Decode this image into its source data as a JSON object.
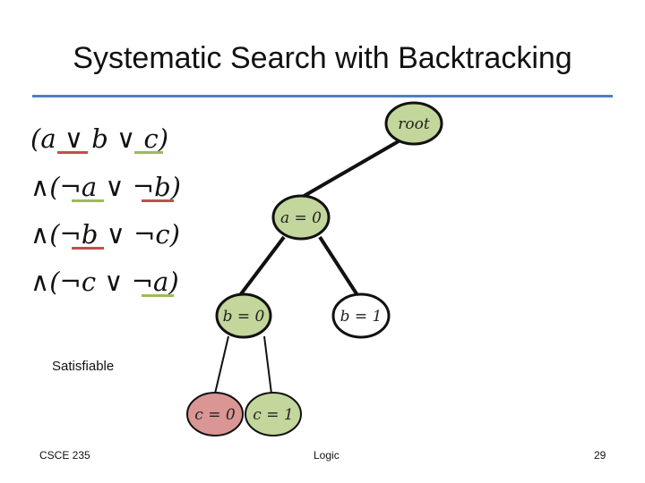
{
  "title": "Systematic Search with Backtracking",
  "accent_color": "#4f81bd",
  "clauses": [
    {
      "text": "(a ∨ b ∨ c)",
      "underlines": [
        "#c0504d",
        "#9bbb59"
      ]
    },
    {
      "text": "∧(¬a ∨ ¬b)",
      "underlines": [
        "#9bbb59",
        "#c0504d"
      ]
    },
    {
      "text": "∧(¬b ∨ ¬c)",
      "underlines": [
        "#c0504d"
      ]
    },
    {
      "text": "∧(¬c ∨ ¬a)",
      "underlines": [
        "#9bbb59"
      ]
    }
  ],
  "status": "Satisfiable",
  "tree": {
    "nodes": [
      {
        "id": "root",
        "label": "root",
        "state": "visited"
      },
      {
        "id": "a0",
        "label": "a = 0",
        "state": "visited"
      },
      {
        "id": "b0",
        "label": "b = 0",
        "state": "visited"
      },
      {
        "id": "b1",
        "label": "b = 1",
        "state": "unvisited"
      },
      {
        "id": "c0",
        "label": "c = 0",
        "state": "failed"
      },
      {
        "id": "c1",
        "label": "c = 1",
        "state": "visited"
      }
    ],
    "edges": [
      [
        "root",
        "a0"
      ],
      [
        "a0",
        "b0"
      ],
      [
        "a0",
        "b1"
      ],
      [
        "b0",
        "c0"
      ],
      [
        "b0",
        "c1"
      ]
    ],
    "colors": {
      "visited": "#c3d69b",
      "failed": "#d99694",
      "unvisited": "#ffffff"
    }
  },
  "footer": {
    "left": "CSCE 235",
    "center": "Logic",
    "page": "29"
  }
}
